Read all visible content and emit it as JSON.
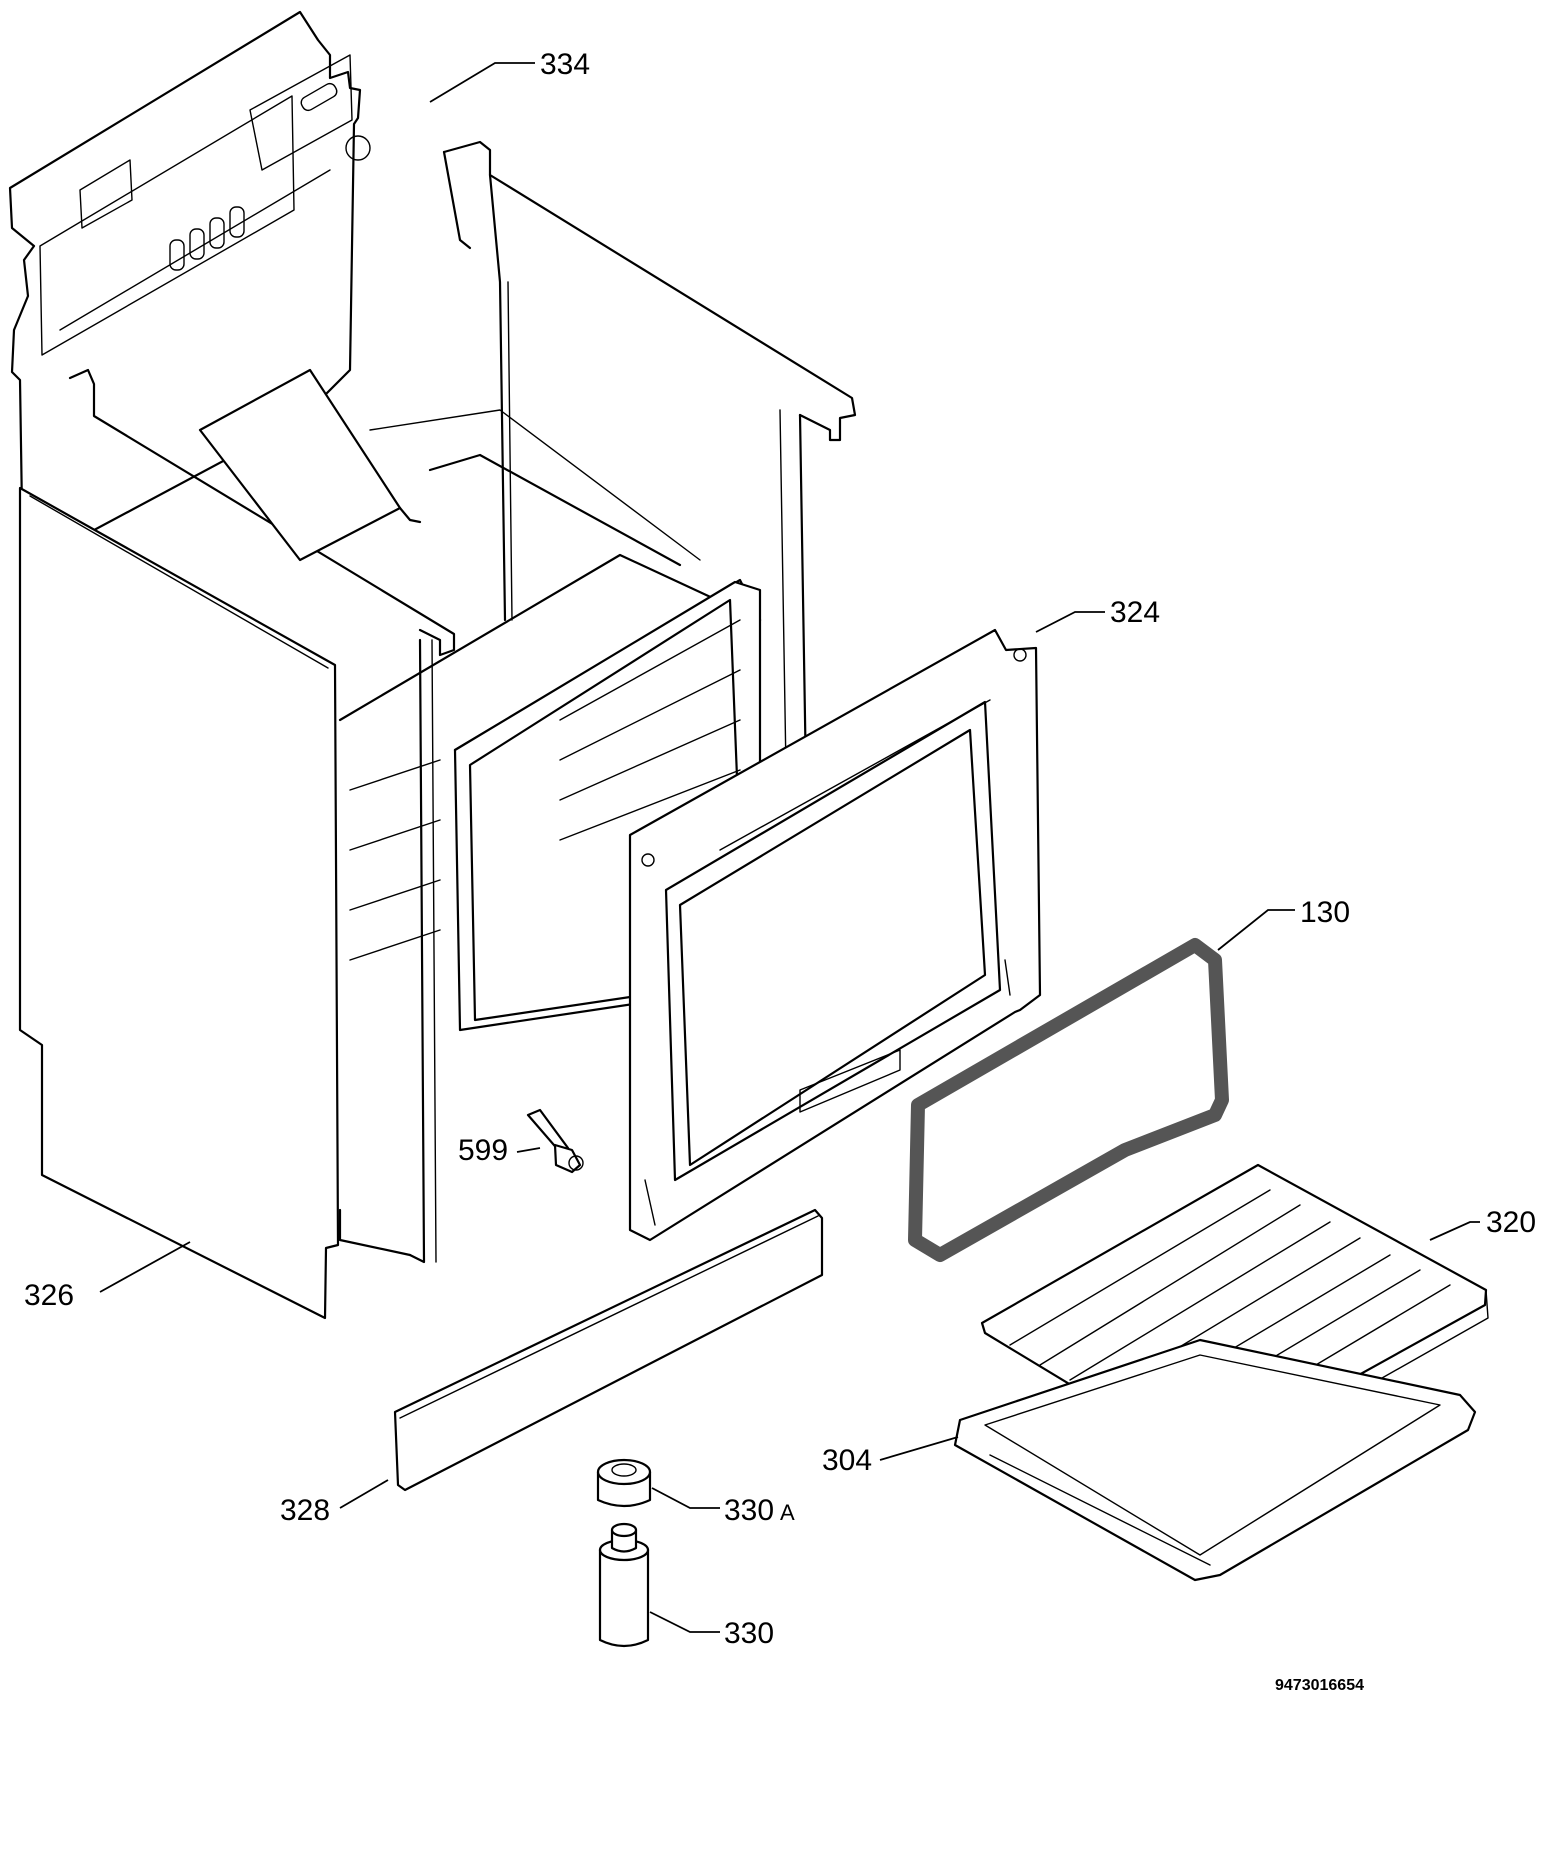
{
  "parts": [
    {
      "id": "334",
      "name": "back-panel"
    },
    {
      "id": "324",
      "name": "oven-front-frame"
    },
    {
      "id": "130",
      "name": "door-gasket"
    },
    {
      "id": "599",
      "name": "door-hinge-catch"
    },
    {
      "id": "320",
      "name": "wire-shelf"
    },
    {
      "id": "326",
      "name": "side-panel"
    },
    {
      "id": "304",
      "name": "baking-tray"
    },
    {
      "id": "328",
      "name": "plinth-kick-panel"
    },
    {
      "id": "330A",
      "name": "foot-short"
    },
    {
      "id": "330",
      "name": "foot-long"
    }
  ],
  "labels": {
    "p334": "334",
    "p324": "324",
    "p130": "130",
    "p599": "599",
    "p320": "320",
    "p326": "326",
    "p304": "304",
    "p328": "328",
    "p330a_num": "330",
    "p330a_suffix": "A",
    "p330": "330"
  },
  "drawing_code": "9473016654",
  "colors": {
    "ink": "#000000",
    "paper": "#ffffff",
    "gasket": "#555555"
  }
}
